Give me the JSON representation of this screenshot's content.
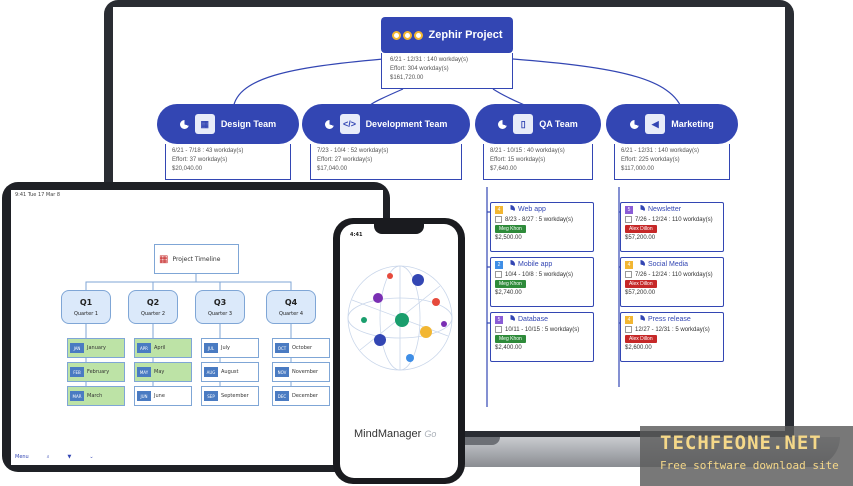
{
  "desktop": {
    "root": {
      "title": "Zephir Project",
      "dates": "6/21 - 12/31 : 140 workday(s)",
      "effort": "Effort: 304 workday(s)",
      "cost": "$161,720.00"
    },
    "teams": [
      {
        "title": "Design Team",
        "icon": "easel-icon",
        "dates": "6/21 - 7/18 : 43 workday(s)",
        "effort": "Effort: 37 workday(s)",
        "cost": "$20,040.00"
      },
      {
        "title": "Development Team",
        "icon": "code-icon",
        "dates": "7/23 - 10/4 : 52 workday(s)",
        "effort": "Effort: 27 workday(s)",
        "cost": "$17,040.00"
      },
      {
        "title": "QA Team",
        "icon": "tablet-icon",
        "dates": "8/21 - 10/15 : 40 workday(s)",
        "effort": "Effort: 15 workday(s)",
        "cost": "$7,640.00"
      },
      {
        "title": "Marketing",
        "icon": "megaphone-icon",
        "dates": "6/21 - 12/31 : 140 workday(s)",
        "effort": "Effort: 225 workday(s)",
        "cost": "$117,000.00"
      }
    ],
    "qa_tasks": [
      {
        "num": "4",
        "title": "Web app",
        "dates": "8/23 - 8/27 : 5 workday(s)",
        "person": "Meg Khon",
        "cost": "$2,500.00"
      },
      {
        "num": "2",
        "title": "Mobile app",
        "dates": "10/4 - 10/8 : 5 workday(s)",
        "person": "Meg Khon",
        "cost": "$2,740.00"
      },
      {
        "num": "5",
        "title": "Database",
        "dates": "10/11 - 10/15 : 5 workday(s)",
        "person": "Meg Khon",
        "cost": "$2,400.00"
      }
    ],
    "marketing_tasks": [
      {
        "num": "5",
        "title": "Newsletter",
        "dates": "7/26 - 12/24 : 110 workday(s)",
        "person": "Alex Dillon",
        "cost": "$57,200.00"
      },
      {
        "num": "4",
        "title": "Social Media",
        "dates": "7/26 - 12/24 : 110 workday(s)",
        "person": "Alex Dillon",
        "cost": "$57,200.00"
      },
      {
        "num": "4",
        "title": "Press release",
        "dates": "12/27 - 12/31 : 5 workday(s)",
        "person": "Alex Dillon",
        "cost": "$2,600.00"
      }
    ]
  },
  "tablet": {
    "status": "9:41  Tue 17 Mar 8",
    "title": "Project Timeline",
    "quarters": [
      {
        "label": "Q1",
        "sub": "Quarter 1",
        "months": [
          {
            "abbr": "JAN",
            "name": "January"
          },
          {
            "abbr": "FEB",
            "name": "February"
          },
          {
            "abbr": "MAR",
            "name": "March"
          }
        ]
      },
      {
        "label": "Q2",
        "sub": "Quarter 2",
        "months": [
          {
            "abbr": "APR",
            "name": "April"
          },
          {
            "abbr": "MAY",
            "name": "May"
          },
          {
            "abbr": "JUN",
            "name": "June"
          }
        ]
      },
      {
        "label": "Q3",
        "sub": "Quarter 3",
        "months": [
          {
            "abbr": "JUL",
            "name": "July"
          },
          {
            "abbr": "AUG",
            "name": "August"
          },
          {
            "abbr": "SEP",
            "name": "September"
          }
        ]
      },
      {
        "label": "Q4",
        "sub": "Quarter 4",
        "months": [
          {
            "abbr": "OCT",
            "name": "October"
          },
          {
            "abbr": "NOV",
            "name": "November"
          },
          {
            "abbr": "DEC",
            "name": "December"
          }
        ]
      }
    ],
    "toolbar": {
      "menu": "Menu",
      "search": "⌕",
      "filter": "▼",
      "more": "⌄"
    }
  },
  "phone": {
    "time": "4:41",
    "brand": "MindManager",
    "brand_go": "Go"
  },
  "watermark": {
    "title": "TECHFEONE.NET",
    "subtitle": "Free software download site"
  },
  "colors": {
    "accent": "#3346b3",
    "green_tag": "#2e8b3a",
    "red_tag": "#c62828",
    "gold": "#f2b632"
  }
}
